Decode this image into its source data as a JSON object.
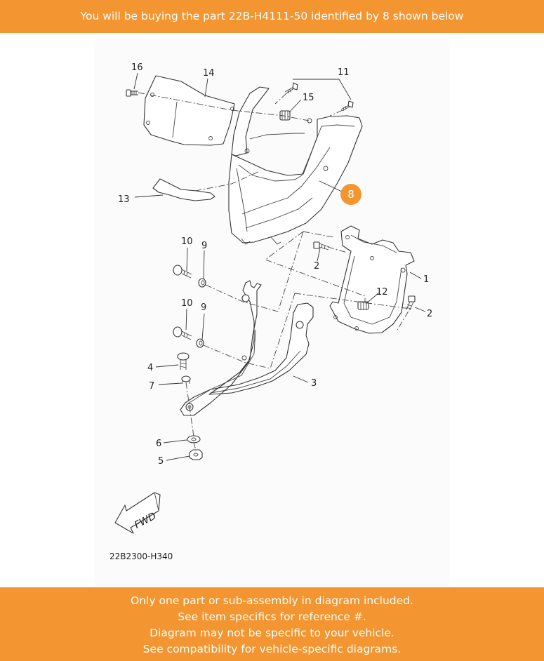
{
  "header": {
    "banner_text": "You will be buying the part 22B-H4111-50 identified by 8 shown below"
  },
  "diagram": {
    "highlighted_callout": "8",
    "callouts": {
      "c16": "16",
      "c14": "14",
      "c11": "11",
      "c15": "15",
      "c13": "13",
      "c10a": "10",
      "c9a": "9",
      "c2a": "2",
      "c1": "1",
      "c12": "12",
      "c10b": "10",
      "c9b": "9",
      "c2b": "2",
      "c4": "4",
      "c7": "7",
      "c3": "3",
      "c6": "6",
      "c5": "5"
    },
    "fwd_label": "FWD",
    "diagram_code": "22B2300-H340"
  },
  "footer": {
    "lines": [
      "Only one part or sub-assembly in diagram included.",
      "See item specifics for reference #.",
      "Diagram may not be specific to your vehicle.",
      "See compatibility for vehicle-specific diagrams."
    ]
  },
  "colors": {
    "accent": "#f39530",
    "banner_text": "#ffffff"
  }
}
